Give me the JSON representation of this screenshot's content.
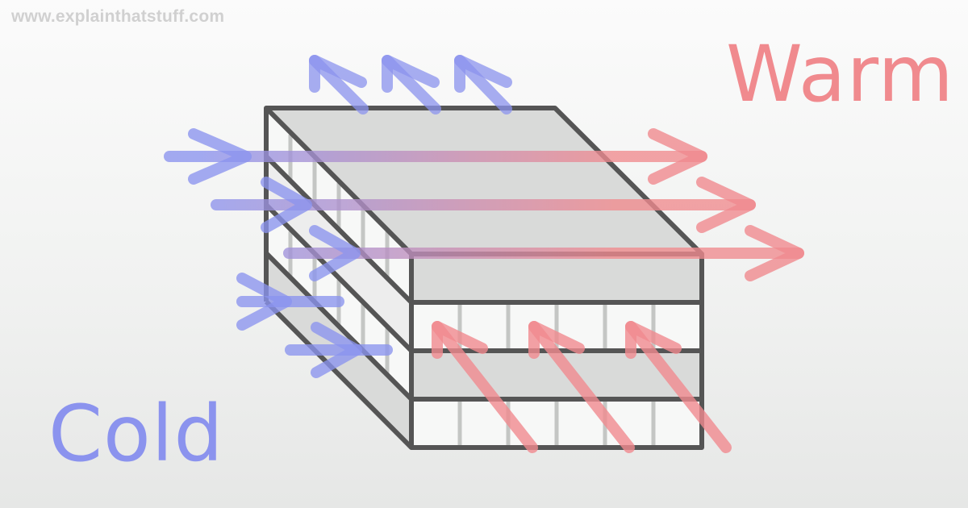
{
  "watermark": "www.explainthatstuff.com",
  "labels": {
    "warm": "Warm",
    "cold": "Cold"
  },
  "colors": {
    "warm": "#f08a8e",
    "cold": "#8b93ee",
    "outline": "#555555",
    "panel": "#d9dad9",
    "fin": "#c4c6c4"
  },
  "icons": {
    "cold-flow": "arrow-icon",
    "warm-flow": "arrow-icon"
  }
}
